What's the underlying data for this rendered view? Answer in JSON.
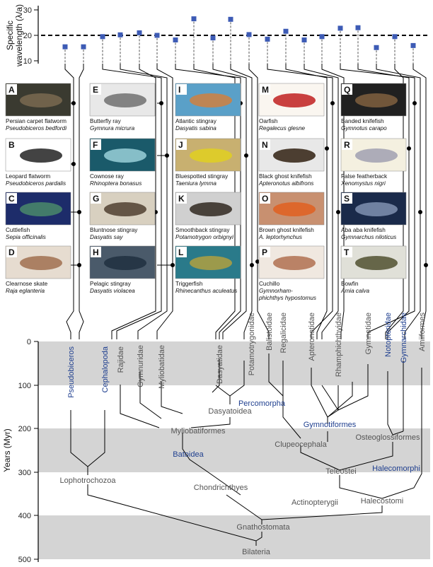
{
  "top_axis": {
    "ylabel_line1": "Specific",
    "ylabel_line2": "wavelength (λ/a)",
    "ticks": [
      "30",
      "20",
      "10"
    ]
  },
  "time_axis": {
    "label": "Years (Myr)",
    "ticks": [
      "0",
      "100",
      "200",
      "300",
      "400",
      "500"
    ]
  },
  "colors": {
    "marker": "#3d5bb5",
    "band": "#d4d4d4",
    "blue_label": "#1f3f8f",
    "gray_label": "#555555"
  },
  "wavelengths": [
    15.5,
    15.5,
    19.5,
    20.2,
    21,
    20,
    18.2,
    26.5,
    19,
    26.3,
    20.3,
    18.5,
    21.6,
    18.2,
    19.5,
    22.8,
    23,
    15.2,
    19.5,
    16
  ],
  "panels": [
    {
      "letter": "A",
      "common": "Persian carpet flatworm",
      "latin": "Pseudobiceros bedfordi"
    },
    {
      "letter": "B",
      "common": "Leopard flatworm",
      "latin": "Pseudobiceros pardalis"
    },
    {
      "letter": "C",
      "common": "Cuttlefish",
      "latin": "Sepia officinalis"
    },
    {
      "letter": "D",
      "common": "Clearnose skate",
      "latin": "Raja eglanteria"
    },
    {
      "letter": "E",
      "common": "Butterfly ray",
      "latin": "Gymnura micrura"
    },
    {
      "letter": "F",
      "common": "Cownose ray",
      "latin": "Rhinoptera bonasus"
    },
    {
      "letter": "G",
      "common": "Bluntnose stingray",
      "latin": "Dasyatis say"
    },
    {
      "letter": "H",
      "common": "Pelagic stingray",
      "latin": "Dasyatis violacea"
    },
    {
      "letter": "I",
      "common": "Atlantic stingray",
      "latin": "Dasyatis sabina"
    },
    {
      "letter": "J",
      "common": "Bluespotted stingray",
      "latin": "Taeniura lymma"
    },
    {
      "letter": "K",
      "common": "Smoothback stingray",
      "latin": "Potamotrygon orbignyi"
    },
    {
      "letter": "L",
      "common": "Triggerfish",
      "latin": "Rhinecanthus aculeatus"
    },
    {
      "letter": "M",
      "common": "Oarfish",
      "latin": "Regalecus glesne"
    },
    {
      "letter": "N",
      "common": "Black ghost knifefish",
      "latin": "Apteronotus albifrons"
    },
    {
      "letter": "O",
      "common": "Brown ghost knifefish",
      "latin": "A. leptorhynchus"
    },
    {
      "letter": "P",
      "common": "Cuchillo",
      "latin": "Gymnorham-",
      "latin2": "phichthys hypostomus"
    },
    {
      "letter": "Q",
      "common": "Banded knifefish",
      "latin": "Gymnotus carapo"
    },
    {
      "letter": "R",
      "common": "False featherback",
      "latin": "Xenomystus nigri"
    },
    {
      "letter": "S",
      "common": "Aba aba knifefish",
      "latin": "Gymnarchus niloticus"
    },
    {
      "letter": "T",
      "common": "Bowfin",
      "latin": "Amia calva"
    }
  ],
  "families": {
    "pseudobiceros": "Pseudobiceros",
    "cephalopoda": "Cephalopoda",
    "rajidae": "Rajidae",
    "gymnuridae": "Gymnuridae",
    "myliobatidae": "Myliobatidae",
    "dasyatidae": "Dasyatidae",
    "potamotrygonidae": "Potamotrygonidae",
    "balistoidae": "Balistoidae",
    "regalicidae": "Regalicidae",
    "apteronotidae": "Apteronotidae",
    "rhamphichthyidae": "Rhamphichthyidae",
    "gymnotidae": "Gymnotidae",
    "notopteridae": "Notopteridae",
    "gymnarchidae": "Gymnarchidae",
    "amiiformes": "Amiiformes"
  },
  "clades": {
    "dasyatoidea": "Dasyatoidea",
    "percomorpha": "Percomorpha",
    "gymnotiformes": "Gymnotiformes",
    "myliobatiformes": "Myliobatiformes",
    "batoidea": "Batoidea",
    "clupeocephala": "Clupeocephala",
    "osteoglossiformes": "Osteoglossiformes",
    "teleostei": "Teleostei",
    "halecomorphi": "Halecomorphi",
    "lophotrochozoa": "Lophotrochozoa",
    "chondrichthyes": "Chondrichthyes",
    "halecostomi": "Halecostomi",
    "actinopterygii": "Actinopterygii",
    "gnathostomata": "Gnathostomata",
    "bilateria": "Bilateria"
  }
}
